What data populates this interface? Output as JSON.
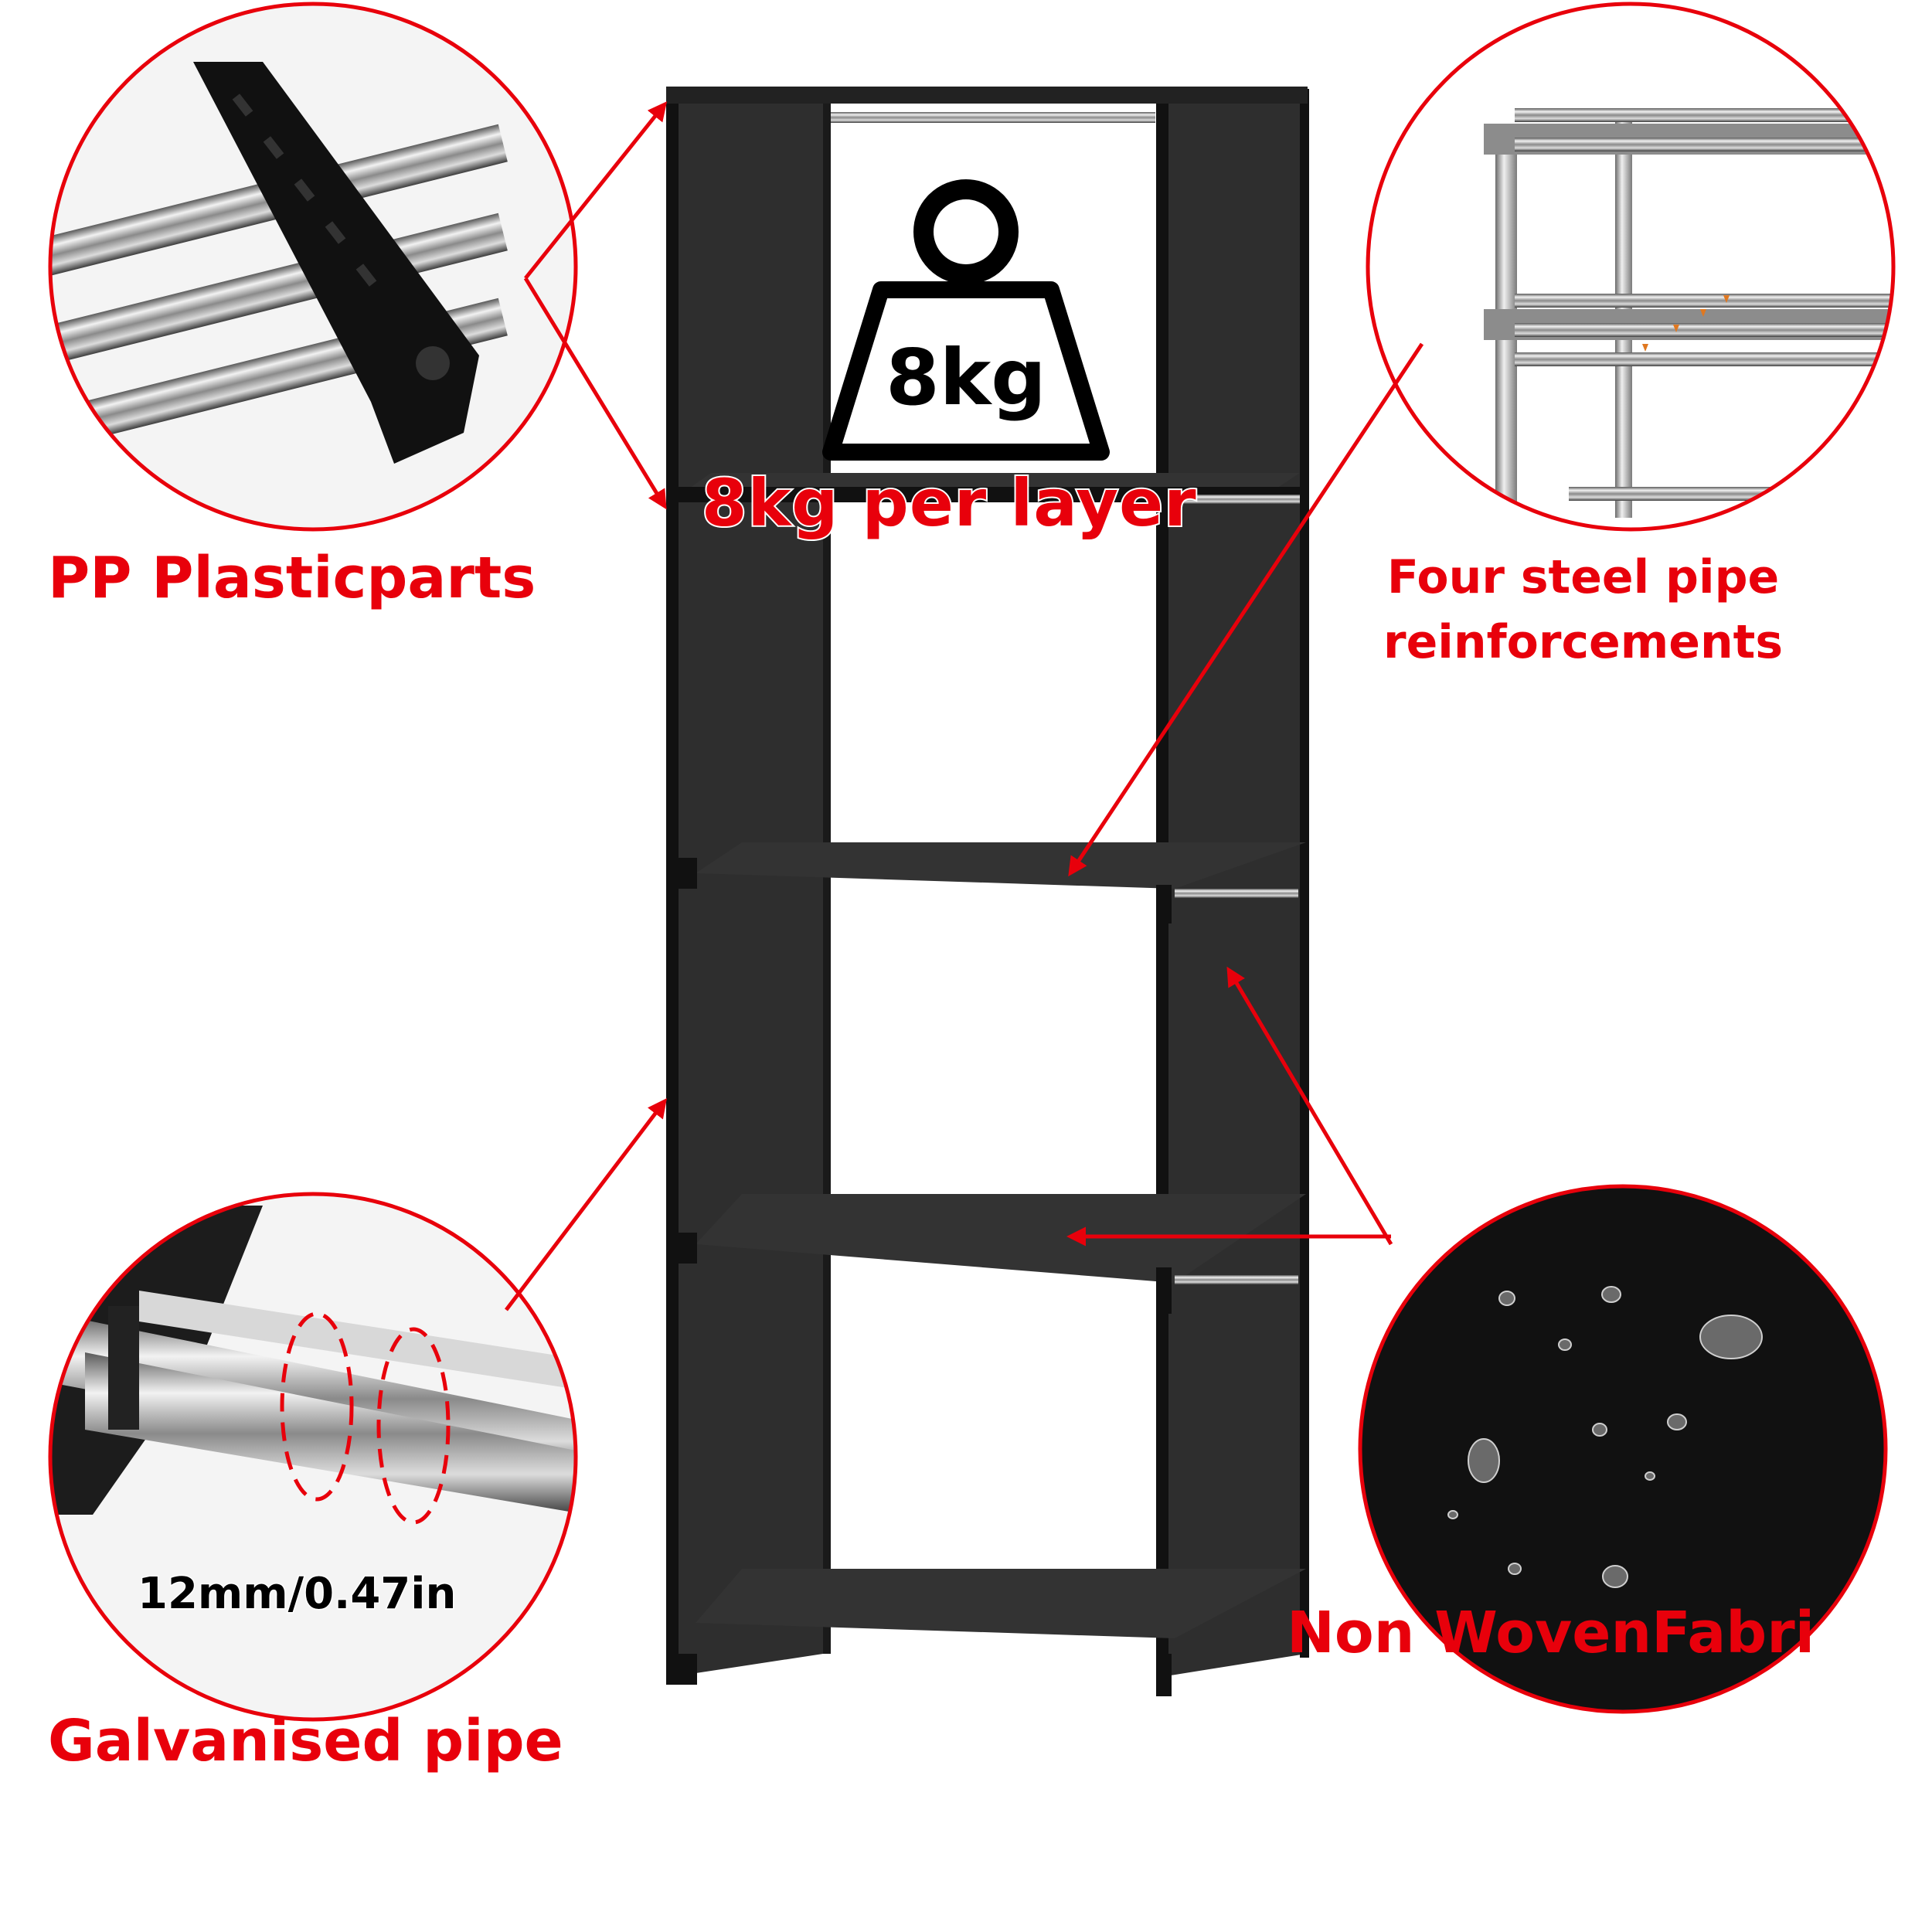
{
  "labels": {
    "weight_icon_text": "8kg",
    "per_layer": "8kg per layer",
    "pp_plastic": "PP Plasticparts",
    "steel_line1": "Four steel pipe",
    "steel_line2": "reinforcements",
    "pipe_size": "12mm/0.47in",
    "galvanised": "Galvanised pipe",
    "nonwoven": "Non WovenFabri"
  },
  "colors": {
    "accent": "#e8000b",
    "shelf_fabric": "#2b2b2b",
    "frame": "#111111"
  },
  "icons": [
    "weight-icon",
    "arrow-icon"
  ]
}
